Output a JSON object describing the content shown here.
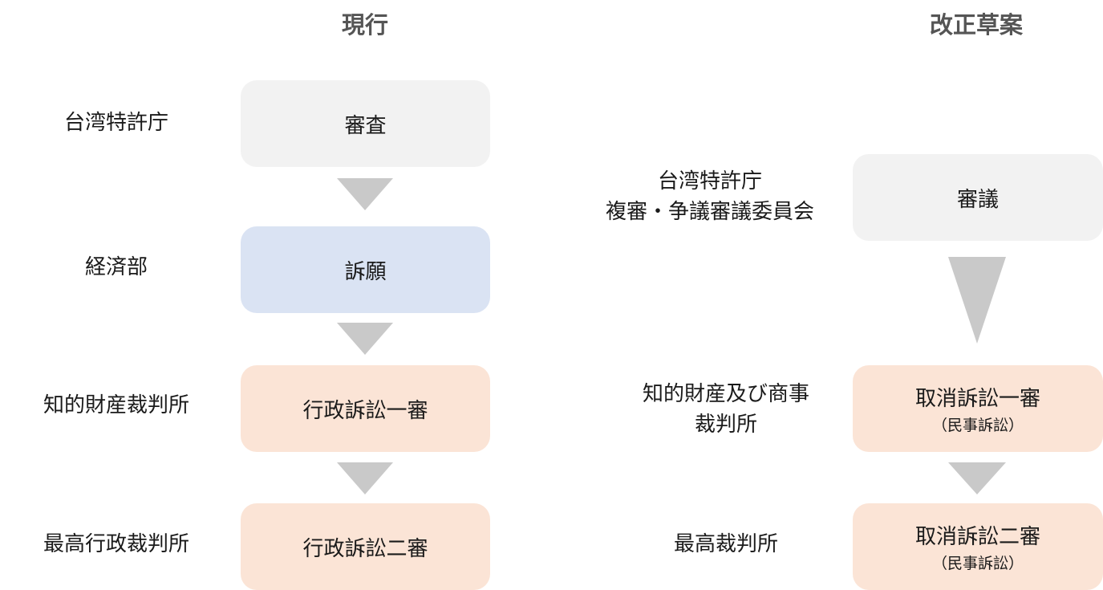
{
  "current": {
    "title": "現行",
    "rows": [
      {
        "org": "台湾特許庁",
        "stage": "審査"
      },
      {
        "org": "経済部",
        "stage": "訴願"
      },
      {
        "org": "知的財産裁判所",
        "stage": "行政訴訟一審"
      },
      {
        "org": "最高行政裁判所",
        "stage": "行政訴訟二審"
      }
    ]
  },
  "draft": {
    "title": "改正草案",
    "rows": [
      {
        "org_line1": "台湾特許庁",
        "org_line2": "複審・争議審議委員会",
        "stage": "審議"
      },
      {
        "org_line1": "知的財産及び商事",
        "org_line2": "裁判所",
        "stage": "取消訴訟一審",
        "stage_note": "（民事訴訟）"
      },
      {
        "org_line1": "最高裁判所",
        "stage": "取消訴訟二審",
        "stage_note": "（民事訴訟）"
      }
    ]
  },
  "colors": {
    "box_gray": "#f2f2f2",
    "box_blue": "#dae3f3",
    "box_peach": "#fbe4d6",
    "arrow": "#c9c9c9",
    "title": "#555555"
  }
}
